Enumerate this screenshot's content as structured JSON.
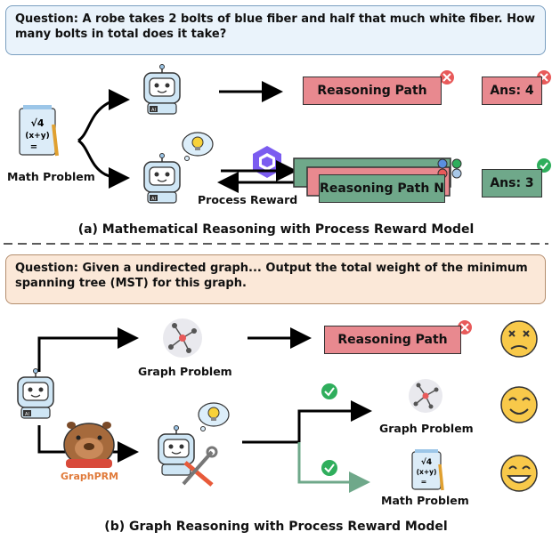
{
  "section_a": {
    "question": "Question: A robe takes 2 bolts of blue fiber and half that much white fiber. How many bolts in total does it take?",
    "input_label": "Math Problem",
    "path_top": "Reasoning Path",
    "ans_top": "Ans: 4",
    "path_bottom": "Reasoning Path N",
    "ans_bottom": "Ans: 3",
    "reward_label": "Process Reward",
    "caption": "(a) Mathematical Reasoning with Process Reward Model",
    "math_icon_text": "√4\n(x+y)\n="
  },
  "section_b": {
    "question": "Question: Given a undirected graph... Output the total weight of the minimum spanning tree (MST) for this graph.",
    "graph_label_top": "Graph Problem",
    "path_top": "Reasoning Path",
    "prm_label": "GraphPRM",
    "graph_label_right": "Graph Problem",
    "math_label_right": "Math Problem",
    "caption": "(b) Graph Reasoning with Process Reward Model"
  },
  "colors": {
    "red_pill": "#e8898f",
    "green_pill": "#6fa88a",
    "question_a_bg": "#eaf3fb",
    "question_b_bg": "#fbe8d8",
    "check_green": "#2fae5c",
    "cross_red": "#e85a5a",
    "face_yellow": "#f8c94a"
  },
  "icons": [
    "robot-icon",
    "lightbulb-icon",
    "qwen-logo-icon",
    "math-sheet-icon",
    "graph-icon",
    "capybara-icon",
    "tools-icon",
    "check-icon",
    "cross-icon",
    "sad-face-icon",
    "smile-face-icon",
    "happy-face-icon"
  ]
}
